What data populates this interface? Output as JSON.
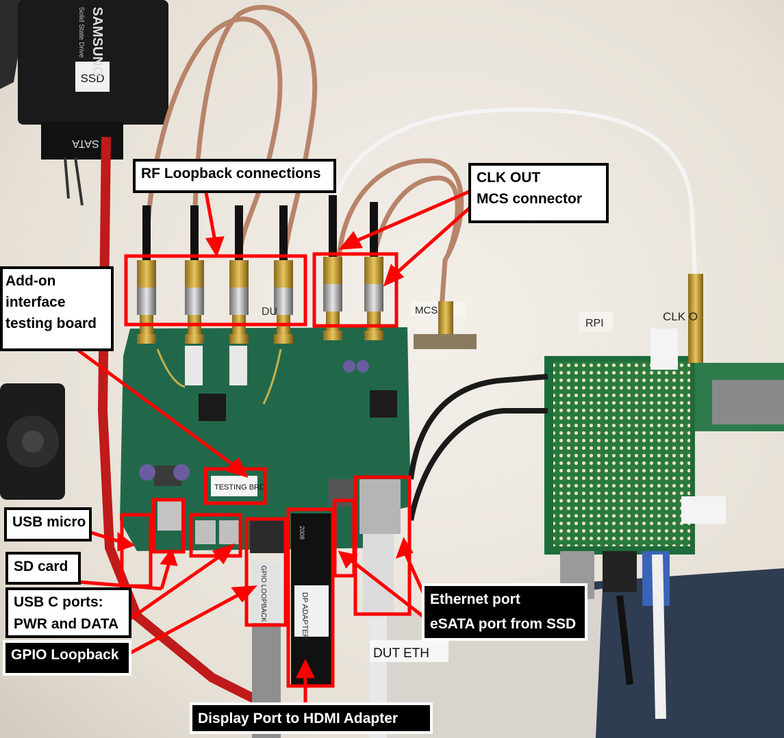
{
  "photo": {
    "ssd_brand": "SAMSUNG",
    "ssd_subtitle": "Solid State Drive",
    "ssd_label": "SSD",
    "sata_label": "SATA",
    "mcs_label": "MCS",
    "du_label": "DU",
    "rpi_label": "RPI",
    "clk_label": "CLK O",
    "testing_board_label": "TESTING BRD",
    "gpio_adapter_label": "GPIO LOOPBACK",
    "dp_adapter_label": "DP ADAPTER",
    "dut_eth_label": "DUT ETH",
    "cable_text": "LogiLink",
    "small_code": "2008"
  },
  "callouts": {
    "rf_loopback": "RF Loopback connections",
    "clk_out_line1": "CLK OUT",
    "clk_out_line2": "MCS connector",
    "addon_line1": "Add-on",
    "addon_line2": "interface",
    "addon_line3": "testing board",
    "usb_micro": "USB micro",
    "sd_card": "SD card",
    "usbc_line1": "USB C ports:",
    "usbc_line2": "PWR and DATA",
    "gpio_loopback": "GPIO Loopback",
    "ethernet_line1": "Ethernet port",
    "ethernet_line2": "eSATA port from SSD",
    "display_port": "Display Port to HDMI Adapter"
  },
  "colors": {
    "highlight_red": "#ff0000",
    "pcb_green": "#1f6b48",
    "board_bg": "#ece7df"
  }
}
